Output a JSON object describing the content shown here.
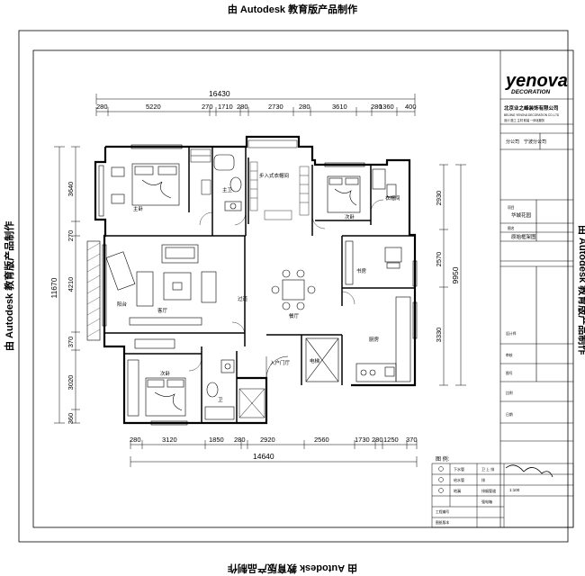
{
  "watermark": {
    "top": "由 Autodesk 教育版产品制作",
    "bottom": "由 Autodesk 教育版产品制作",
    "left": "由 Autodesk 教育版产品制作",
    "right": "由 Autodesk 教育版产品制作"
  },
  "plan": {
    "overall_top": "16430",
    "overall_bottom": "14640",
    "overall_left": "11670",
    "overall_right": "9950",
    "dims_top": [
      "280",
      "5220",
      "270",
      "1710",
      "280",
      "2730",
      "280",
      "3610",
      "280",
      "1360",
      "400"
    ],
    "dims_bottom": [
      "280",
      "3120",
      "1850",
      "280",
      "2920",
      "2560",
      "1730",
      "280",
      "1250",
      "370"
    ],
    "dims_left": [
      "3640",
      "270",
      "4210",
      "370",
      "3020",
      "360"
    ],
    "dims_right": [
      "2930",
      "2570",
      "3330"
    ],
    "rooms": {
      "master_bedroom": "主卧",
      "master_bath": "主卫",
      "cloakroom": "步入式衣帽间",
      "bedroom2": "次卧",
      "closet2": "衣帽间",
      "living_room": "客厅",
      "balcony": "阳台",
      "dining": "餐厅",
      "study": "书房",
      "kitchen": "厨房",
      "bedroom3": "次卧",
      "public_bath": "卫",
      "entrance": "入户门厅",
      "elevator": "电梯",
      "corridor": "过道"
    }
  },
  "title_block": {
    "logo_main": "yenova",
    "logo_sub": "DECORATION",
    "company": "北京业之峰装饰有限公司",
    "company_en": "BEIJING YENOVA DECORATION CO.,LTD",
    "company_note": "设计 施工 主材 软装 一体化服务",
    "branch_label": "分公司",
    "branch_value": "宁波分公司",
    "project_label": "项目",
    "project_value": "华城花园",
    "drawing_label": "图名",
    "drawing_value": "原始框架图",
    "row_labels": [
      "设计师",
      "审核",
      "图号",
      "比例",
      "日期"
    ],
    "scale": "1:100",
    "legend_title": "图 例:",
    "legend_items": [
      "下水管",
      "卫",
      "上 排",
      "给水管",
      "排",
      "排烟管道",
      "地漏",
      "强电箱"
    ],
    "footer_labels": [
      "工程编号",
      "图纸版本"
    ]
  }
}
